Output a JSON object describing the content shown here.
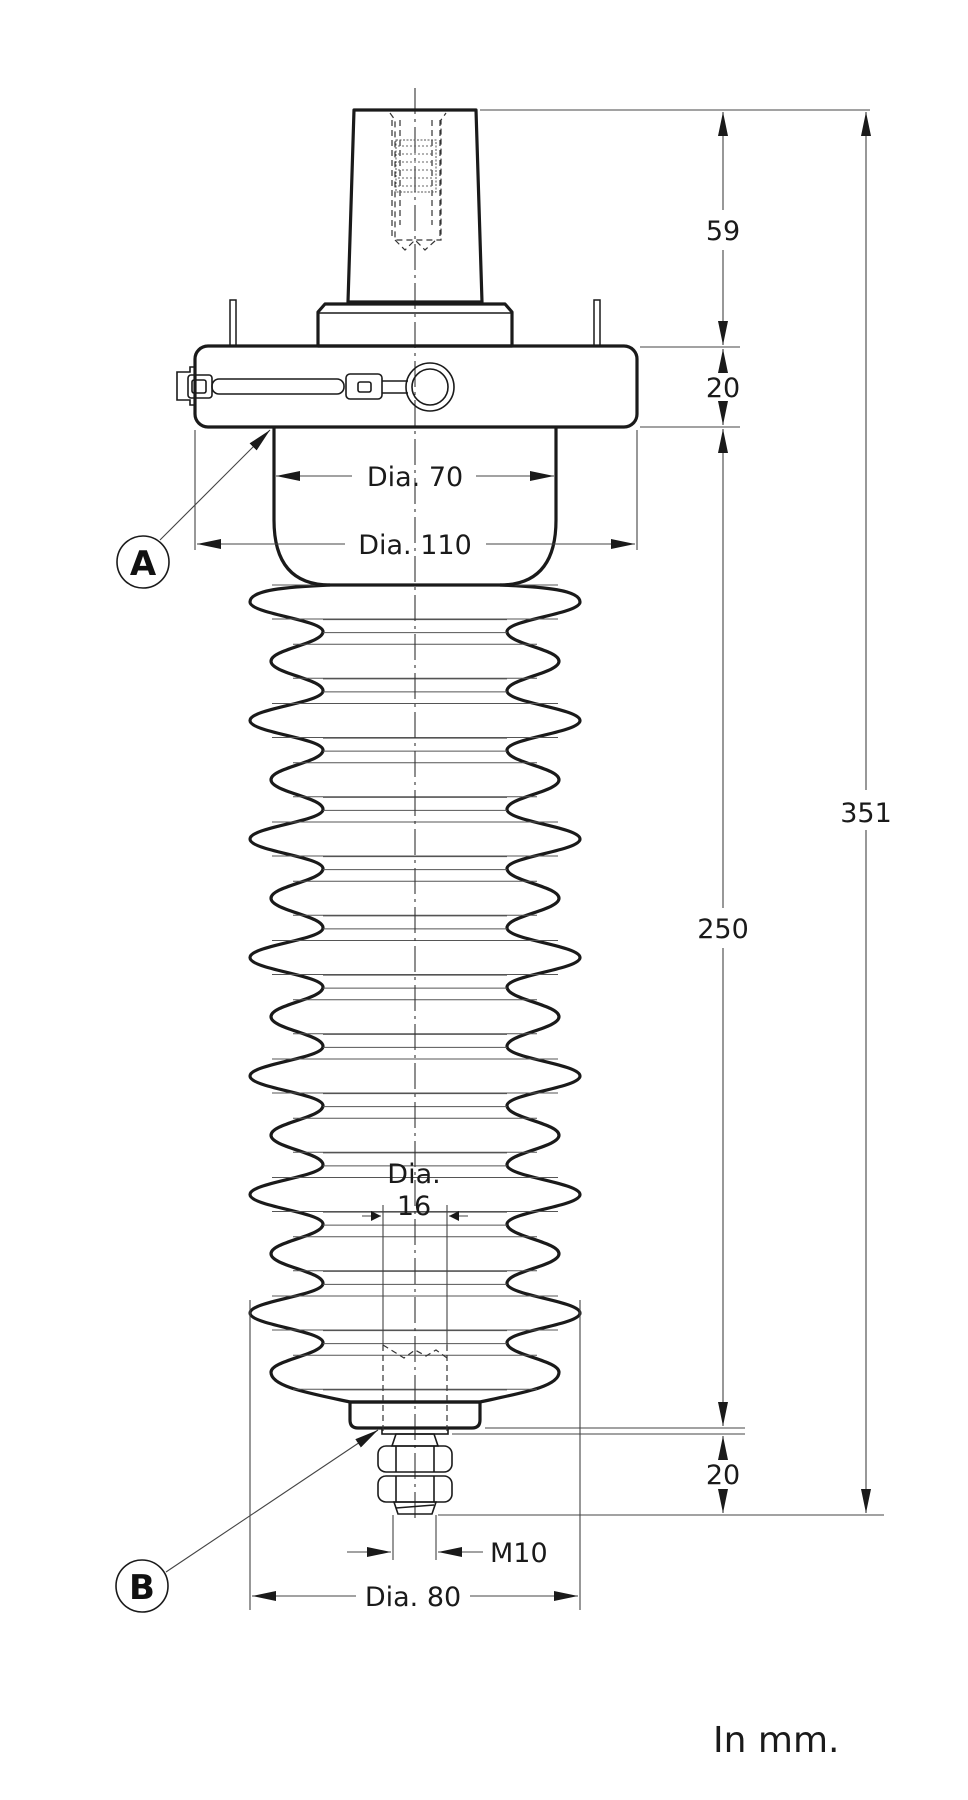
{
  "drawing": {
    "title": "Surge arrester dimension drawing",
    "units_note": "In mm.",
    "colors": {
      "line": "#1a1a1a",
      "background": "#ffffff"
    },
    "dimensions": {
      "top_terminal_height": "59",
      "flange_height": "20",
      "housing_height": "250",
      "base_height": "20",
      "overall_height": "351",
      "flange_diameter": "Dia. 110",
      "body_diameter": "Dia. 70",
      "shed_diameter": "Dia. 80",
      "bore_diameter_line1": "Dia.",
      "bore_diameter_line2": "16",
      "thread": "M10"
    },
    "callouts": [
      {
        "id": "A",
        "label": "A"
      },
      {
        "id": "B",
        "label": "B"
      }
    ],
    "sheds": {
      "large_count": 7,
      "small_count": 7
    }
  }
}
